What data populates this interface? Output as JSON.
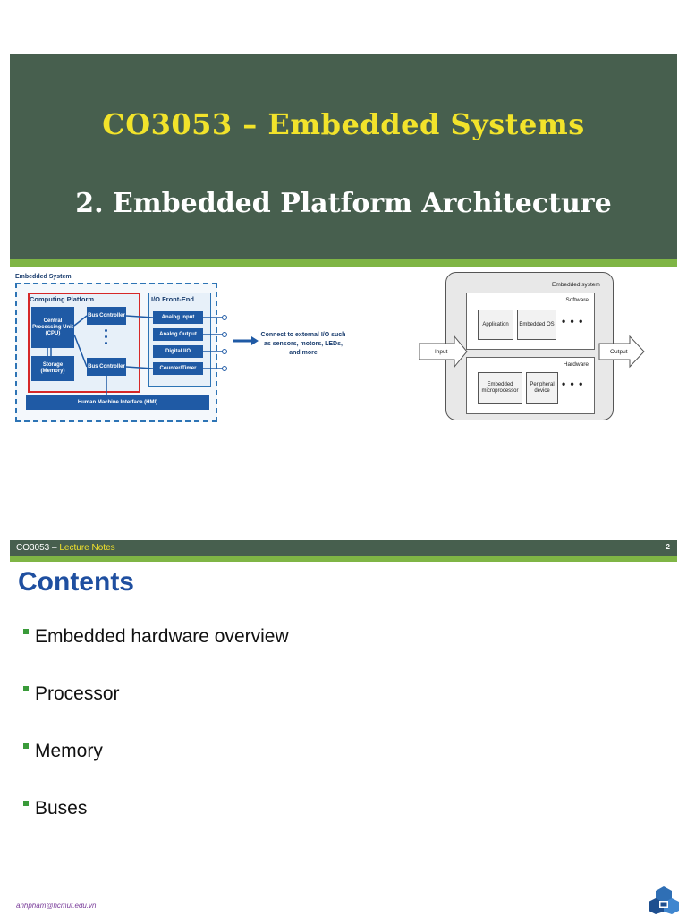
{
  "slide1": {
    "course_title": "CO3053 – Embedded Systems",
    "lecture_title": "2. Embedded Platform Architecture",
    "diagram1": {
      "embedded_system": "Embedded System",
      "computing_platform": "Computing Platform",
      "io_front_end": "I/O Front-End",
      "cpu": "Central Processing Unit (CPU)",
      "storage": "Storage (Memory)",
      "bus_controller_1": "Bus Controller",
      "bus_controller_2": "Bus Controller",
      "analog_input": "Analog Input",
      "analog_output": "Analog Output",
      "digital_io": "Digital I/O",
      "counter_timer": "Counter/Timer",
      "hmi": "Human Machine Interface (HMI)",
      "external_io": "Connect to external I/O such as sensors, motors, LEDs, and more"
    },
    "diagram2": {
      "embedded_system": "Embedded system",
      "software": "Software",
      "hardware": "Hardware",
      "application": "Application",
      "embedded_os": "Embedded OS",
      "embedded_microprocessor": "Embedded microprocessor",
      "peripheral_device": "Peripheral device",
      "input": "Input",
      "output": "Output",
      "dots": "• • •"
    }
  },
  "slide2": {
    "header_course": "CO3053 – ",
    "header_notes": "Lecture Notes",
    "page_number": "2",
    "title": "Contents",
    "bullets": [
      "Embedded hardware overview",
      "Processor",
      "Memory",
      "Buses"
    ],
    "email": "anhpham@hcmut.edu.vn"
  },
  "colors": {
    "band": "#475f4e",
    "accent_green": "#7fb545",
    "title_yellow": "#f2e32b",
    "contents_blue": "#1f4fa0"
  }
}
